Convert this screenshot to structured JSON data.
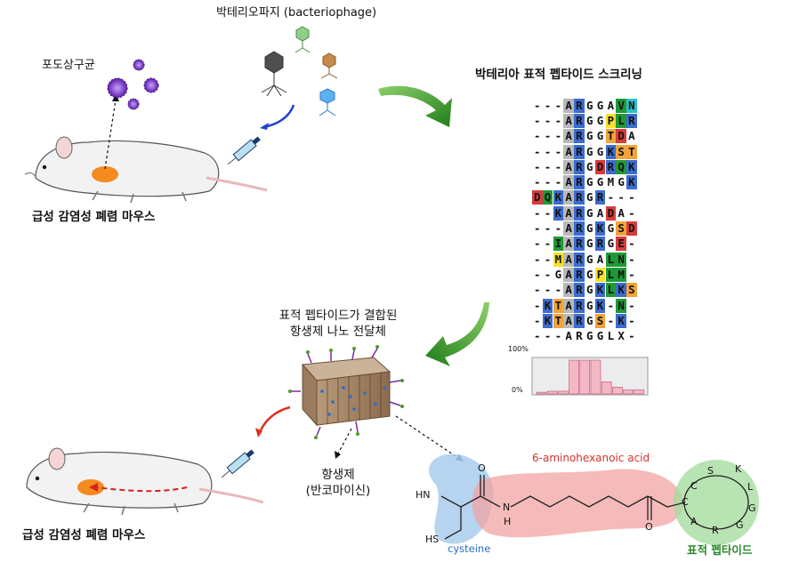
{
  "labels": {
    "bacteriophage": "박테리오파지 (bacteriophage)",
    "staph": "포도상구균",
    "mouse_top": "급성 감염성 폐렴 마우스",
    "screening": "박테리아 표적 펩타이드 스크리닝",
    "nano_line1": "표적 펩타이드가 결합된",
    "nano_line2": "항생제 나노 전달체",
    "antibiotic_line1": "항생제",
    "antibiotic_line2": "(반코마이신)",
    "mouse_bottom": "급성 감염성 폐렴 마우스",
    "aminohexanoic": "6-aminohexanoic acid",
    "cysteine": "cysteine",
    "target_peptide": "표적 펩타이드",
    "pct_100": "100%",
    "pct_0": "0%"
  },
  "chem": {
    "hn": "HN",
    "hs": "HS",
    "n": "N",
    "h": "H",
    "o1": "O",
    "o2": "O",
    "ring": [
      "C",
      "S",
      "K",
      "L",
      "G",
      "G",
      "R",
      "A",
      "C"
    ]
  },
  "sequences": [
    [
      [
        "-",
        "n"
      ],
      [
        "-",
        "n"
      ],
      [
        "-",
        "n"
      ],
      [
        "A",
        "g"
      ],
      [
        "R",
        "bl"
      ],
      [
        "G",
        "n"
      ],
      [
        "G",
        "n"
      ],
      [
        "A",
        "n"
      ],
      [
        "V",
        "gr"
      ],
      [
        "N",
        "cy"
      ]
    ],
    [
      [
        "-",
        "n"
      ],
      [
        "-",
        "n"
      ],
      [
        "-",
        "n"
      ],
      [
        "A",
        "g"
      ],
      [
        "R",
        "bl"
      ],
      [
        "G",
        "n"
      ],
      [
        "G",
        "n"
      ],
      [
        "P",
        "ye"
      ],
      [
        "L",
        "gr"
      ],
      [
        "R",
        "bl"
      ]
    ],
    [
      [
        "-",
        "n"
      ],
      [
        "-",
        "n"
      ],
      [
        "-",
        "n"
      ],
      [
        "A",
        "g"
      ],
      [
        "R",
        "bl"
      ],
      [
        "G",
        "n"
      ],
      [
        "G",
        "n"
      ],
      [
        "T",
        "or"
      ],
      [
        "D",
        "rd"
      ],
      [
        "A",
        "n"
      ]
    ],
    [
      [
        "-",
        "n"
      ],
      [
        "-",
        "n"
      ],
      [
        "-",
        "n"
      ],
      [
        "A",
        "g"
      ],
      [
        "R",
        "bl"
      ],
      [
        "G",
        "n"
      ],
      [
        "G",
        "n"
      ],
      [
        "K",
        "bl"
      ],
      [
        "S",
        "or"
      ],
      [
        "T",
        "or"
      ]
    ],
    [
      [
        "-",
        "n"
      ],
      [
        "-",
        "n"
      ],
      [
        "-",
        "n"
      ],
      [
        "A",
        "g"
      ],
      [
        "R",
        "bl"
      ],
      [
        "G",
        "n"
      ],
      [
        "D",
        "rd"
      ],
      [
        "R",
        "bl"
      ],
      [
        "Q",
        "gr"
      ],
      [
        "K",
        "bl"
      ]
    ],
    [
      [
        "-",
        "n"
      ],
      [
        "-",
        "n"
      ],
      [
        "-",
        "n"
      ],
      [
        "A",
        "g"
      ],
      [
        "R",
        "bl"
      ],
      [
        "G",
        "n"
      ],
      [
        "G",
        "n"
      ],
      [
        "M",
        "n"
      ],
      [
        "G",
        "n"
      ],
      [
        "K",
        "bl"
      ]
    ],
    [
      [
        "D",
        "rd"
      ],
      [
        "Q",
        "gr"
      ],
      [
        "K",
        "bl"
      ],
      [
        "A",
        "g"
      ],
      [
        "R",
        "bl"
      ],
      [
        "G",
        "n"
      ],
      [
        "R",
        "bl"
      ],
      [
        "-",
        "n"
      ],
      [
        "-",
        "n"
      ],
      [
        "-",
        "n"
      ]
    ],
    [
      [
        "-",
        "n"
      ],
      [
        "-",
        "n"
      ],
      [
        "K",
        "bl"
      ],
      [
        "A",
        "g"
      ],
      [
        "R",
        "bl"
      ],
      [
        "G",
        "n"
      ],
      [
        "A",
        "n"
      ],
      [
        "D",
        "rd"
      ],
      [
        "A",
        "n"
      ],
      [
        "-",
        "n"
      ]
    ],
    [
      [
        "-",
        "n"
      ],
      [
        "-",
        "n"
      ],
      [
        "-",
        "n"
      ],
      [
        "A",
        "g"
      ],
      [
        "R",
        "bl"
      ],
      [
        "G",
        "n"
      ],
      [
        "K",
        "bl"
      ],
      [
        "G",
        "n"
      ],
      [
        "S",
        "or"
      ],
      [
        "D",
        "rd"
      ]
    ],
    [
      [
        "-",
        "n"
      ],
      [
        "-",
        "n"
      ],
      [
        "I",
        "gr"
      ],
      [
        "A",
        "g"
      ],
      [
        "R",
        "bl"
      ],
      [
        "G",
        "n"
      ],
      [
        "R",
        "bl"
      ],
      [
        "G",
        "n"
      ],
      [
        "E",
        "rd"
      ],
      [
        "-",
        "n"
      ]
    ],
    [
      [
        "-",
        "n"
      ],
      [
        "-",
        "n"
      ],
      [
        "M",
        "ye"
      ],
      [
        "A",
        "g"
      ],
      [
        "R",
        "bl"
      ],
      [
        "G",
        "n"
      ],
      [
        "A",
        "n"
      ],
      [
        "L",
        "gr"
      ],
      [
        "N",
        "gr"
      ],
      [
        "-",
        "n"
      ]
    ],
    [
      [
        "-",
        "n"
      ],
      [
        "-",
        "n"
      ],
      [
        "G",
        "n"
      ],
      [
        "A",
        "g"
      ],
      [
        "R",
        "bl"
      ],
      [
        "G",
        "n"
      ],
      [
        "P",
        "ye"
      ],
      [
        "L",
        "gr"
      ],
      [
        "M",
        "gr"
      ],
      [
        "-",
        "n"
      ]
    ],
    [
      [
        "-",
        "n"
      ],
      [
        "-",
        "n"
      ],
      [
        "-",
        "n"
      ],
      [
        "A",
        "g"
      ],
      [
        "R",
        "bl"
      ],
      [
        "G",
        "n"
      ],
      [
        "K",
        "bl"
      ],
      [
        "L",
        "gr"
      ],
      [
        "K",
        "bl"
      ],
      [
        "S",
        "or"
      ]
    ],
    [
      [
        "-",
        "n"
      ],
      [
        "K",
        "bl"
      ],
      [
        "T",
        "or"
      ],
      [
        "A",
        "g"
      ],
      [
        "R",
        "bl"
      ],
      [
        "G",
        "n"
      ],
      [
        "K",
        "bl"
      ],
      [
        "-",
        "n"
      ],
      [
        "N",
        "gr"
      ],
      [
        "-",
        "n"
      ]
    ],
    [
      [
        "-",
        "n"
      ],
      [
        "K",
        "bl"
      ],
      [
        "T",
        "or"
      ],
      [
        "A",
        "g"
      ],
      [
        "R",
        "bl"
      ],
      [
        "G",
        "n"
      ],
      [
        "S",
        "or"
      ],
      [
        "-",
        "n"
      ],
      [
        "K",
        "bl"
      ],
      [
        "-",
        "n"
      ]
    ],
    [
      [
        "-",
        "n"
      ],
      [
        "-",
        "n"
      ],
      [
        "-",
        "n"
      ],
      [
        "A",
        "n"
      ],
      [
        "R",
        "n"
      ],
      [
        "G",
        "n"
      ],
      [
        "G",
        "n"
      ],
      [
        "L",
        "n"
      ],
      [
        "X",
        "n"
      ],
      [
        "-",
        "n"
      ]
    ]
  ],
  "logo_bars": [
    0.05,
    0.08,
    0.08,
    1.0,
    1.0,
    1.0,
    0.36,
    0.2,
    0.12,
    0.12
  ],
  "colors": {
    "arrow_green": "#3a9a2a",
    "arrow_red": "#e03020",
    "cysteine_blue": "#a9cdec",
    "linker_pink": "#f2a3a3",
    "peptide_green": "#a6dca0",
    "infection_orange": "#f58a1f"
  }
}
